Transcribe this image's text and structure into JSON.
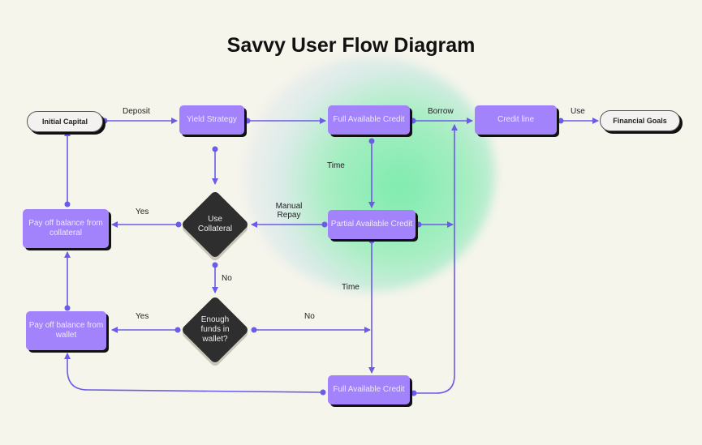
{
  "title": "Savvy User Flow Diagram",
  "colors": {
    "background": "#f6f5ec",
    "node_fill": "#a283fb",
    "node_text": "#eee7ff",
    "decision_fill": "#2e2e2e",
    "terminal_fill": "#f3f2f1",
    "connector": "#6b5ce7",
    "glow": "#78ebaa"
  },
  "nodes": {
    "initial_capital": {
      "type": "terminal",
      "label": "Initial Capital"
    },
    "yield_strategy": {
      "type": "process",
      "label": "Yield Strategy"
    },
    "full_credit_top": {
      "type": "process",
      "label": "Full Available Credit"
    },
    "credit_line": {
      "type": "process",
      "label": "Credit line"
    },
    "financial_goals": {
      "type": "terminal",
      "label": "Financial Goals"
    },
    "partial_credit": {
      "type": "process",
      "label": "Partial Available Credit"
    },
    "use_collateral": {
      "type": "decision",
      "label": "Use Collateral"
    },
    "payoff_collateral": {
      "type": "process",
      "label": "Pay off balance from collateral"
    },
    "enough_funds": {
      "type": "decision",
      "label": "Enough funds in wallet?"
    },
    "payoff_wallet": {
      "type": "process",
      "label": "Pay off balance from wallet"
    },
    "full_credit_bottom": {
      "type": "process",
      "label": "Full Available Credit"
    }
  },
  "edge_labels": {
    "deposit": "Deposit",
    "borrow": "Borrow",
    "use": "Use",
    "time_top": "Time",
    "manual_repay": "Manual Repay",
    "yes_collateral": "Yes",
    "no_collateral": "No",
    "yes_wallet": "Yes",
    "no_wallet": "No",
    "time_bottom": "Time"
  },
  "edges": [
    {
      "from": "initial_capital",
      "to": "yield_strategy",
      "label": "Deposit"
    },
    {
      "from": "yield_strategy",
      "to": "full_credit_top",
      "label": ""
    },
    {
      "from": "full_credit_top",
      "to": "credit_line",
      "label": "Borrow"
    },
    {
      "from": "credit_line",
      "to": "financial_goals",
      "label": "Use"
    },
    {
      "from": "full_credit_top",
      "to": "partial_credit",
      "label": "Time"
    },
    {
      "from": "partial_credit",
      "to": "use_collateral",
      "label": "Manual Repay"
    },
    {
      "from": "partial_credit",
      "to": "credit_line",
      "label": ""
    },
    {
      "from": "yield_strategy",
      "to": "use_collateral",
      "label": ""
    },
    {
      "from": "use_collateral",
      "to": "payoff_collateral",
      "label": "Yes"
    },
    {
      "from": "use_collateral",
      "to": "enough_funds",
      "label": "No"
    },
    {
      "from": "payoff_collateral",
      "to": "initial_capital",
      "label": ""
    },
    {
      "from": "enough_funds",
      "to": "payoff_wallet",
      "label": "Yes"
    },
    {
      "from": "enough_funds",
      "to": "full_credit_bottom",
      "label": "No"
    },
    {
      "from": "partial_credit",
      "to": "full_credit_bottom",
      "label": "Time"
    },
    {
      "from": "payoff_wallet",
      "to": "payoff_collateral",
      "label": ""
    },
    {
      "from": "full_credit_bottom",
      "to": "payoff_wallet",
      "label": ""
    },
    {
      "from": "full_credit_bottom",
      "to": "credit_line",
      "label": ""
    }
  ]
}
